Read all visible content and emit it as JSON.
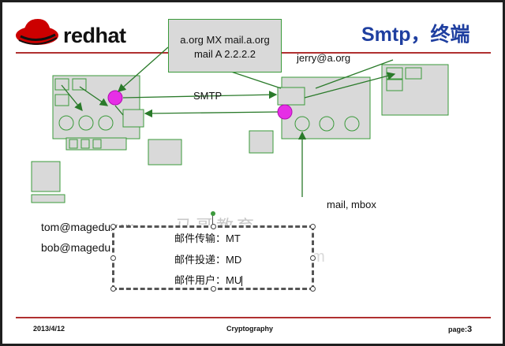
{
  "logo": {
    "name": "redhat",
    "color": "#cc0000"
  },
  "title": "Smtp，终端",
  "dns_record": {
    "line1": "a.org MX mail.a.org",
    "line2": "mail A 2.2.2.2"
  },
  "labels": {
    "smtp": "SMTP",
    "jerry": "jerry@a.org",
    "mail_mbox": "mail, mbox",
    "tom": "tom@magedu.com",
    "bob": "bob@magedu"
  },
  "watermark": {
    "text": "马哥教育",
    "extra": "om"
  },
  "agents": [
    {
      "label": "邮件传输：",
      "value": "MT"
    },
    {
      "label": "邮件投递：",
      "value": "MD"
    },
    {
      "label": "邮件用户：",
      "value": "MU"
    }
  ],
  "footer": {
    "date": "2013/4/12",
    "center": "Cryptography",
    "page_label": "page:",
    "page_num": "3"
  },
  "colors": {
    "accent_green": "#3a9a3a",
    "node_magenta": "#e62ee6",
    "title_blue": "#1f3fa0",
    "rule_red": "#b03030"
  }
}
